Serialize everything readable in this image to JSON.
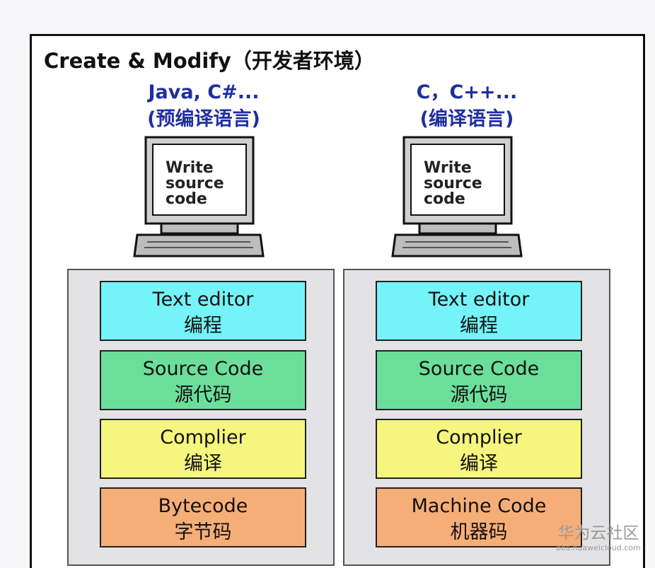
{
  "title": "Create & Modify（开发者环境）",
  "columns": [
    {
      "lang_line1": "Java, C#...",
      "lang_line2": "(预编译语言)",
      "screen_text": [
        "Write",
        "source",
        "code"
      ],
      "stages": [
        {
          "en": "Text editor",
          "zh": "编程",
          "color": "#74f4f8"
        },
        {
          "en": "Source Code",
          "zh": "源代码",
          "color": "#6cde9c"
        },
        {
          "en": "Complier",
          "zh": "编译",
          "color": "#f6f67e"
        },
        {
          "en": "Bytecode",
          "zh": "字节码",
          "color": "#f6ae78"
        }
      ]
    },
    {
      "lang_line1": "C，C++...",
      "lang_line2": "(编译语言)",
      "screen_text": [
        "Write",
        "source",
        "code"
      ],
      "stages": [
        {
          "en": "Text editor",
          "zh": "编程",
          "color": "#74f4f8"
        },
        {
          "en": "Source Code",
          "zh": "源代码",
          "color": "#6cde9c"
        },
        {
          "en": "Complier",
          "zh": "编译",
          "color": "#f6f67e"
        },
        {
          "en": "Machine Code",
          "zh": "机器码",
          "color": "#f6ae78"
        }
      ]
    }
  ],
  "watermark": {
    "brand": "华为云社区",
    "url": "bbs.huaweicloud.com"
  }
}
